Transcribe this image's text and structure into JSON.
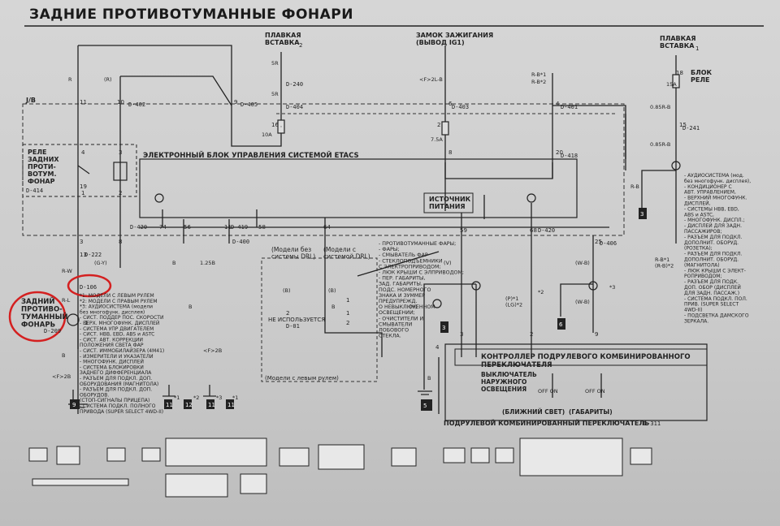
{
  "title": "ЗАДНИЕ ПРОТИВОТУМАННЫЕ ФОНАРИ",
  "fuse_block_2": "ПЛАВКАЯ\nВСТАВКА",
  "fuse_block_2_num": "2",
  "fuse_block_1": "ПЛАВКАЯ\nВСТАВКА",
  "fuse_block_1_num": "1",
  "ignition": "ЗАМОК ЗАЖИГАНИЯ\n(ВЫВОД IG1)",
  "relay_block": "БЛОК\nРЕЛЕ",
  "jb": "J/B",
  "rear_fog_relay": "РЕЛЕ\nЗАДНИХ\nПРОТИ-\nВОТУМ.\nФОНАР",
  "etacs": "ЭЛЕКТРОННЫЙ БЛОК УПРАВЛЕНИЯ СИСТЕМОЙ ETACS",
  "power_source": "ИСТОЧНИК\nПИТАНИЯ",
  "rear_fog_lamp": "ЗАДНИЙ\nПРОТИВО-\nТУМАННЫЙ\nФОНАРЬ",
  "model_no_drl": "(Модели без\nсистемы DRL)",
  "model_drl": "(Модели с\nсистемой DRL)",
  "not_used": "НЕ ИСПОЛЬЗУЕТСЯ",
  "left_hand": "(Модели с левым рулем)",
  "combo_controller": "КОНТРОЛЛЕР ПОДРУЛЕВОГО КОМБИНИРОВАННОГО\nПЕРЕКЛЮЧАТЕЛЯ",
  "lighting_switch": "ВЫКЛЮЧАТЕЛЬ\nНАРУЖНОГО\nОСВЕЩЕНИЯ",
  "low_beam": "(БЛИЖНИЙ СВЕТ)",
  "parking": "(ГАБАРИТЫ)",
  "combo_switch": "ПОДРУЛЕВОЙ КОМБИНИРОВАННЫЙ ПЕРЕКЛЮЧАТЕЛЬ",
  "off_on": "OFF ON",
  "left_notes": "*1: МОДЕЛИ С ЛЕВЫМ РУЛЕМ\n*2: МОДЕЛИ С ПРАВЫМ РУЛЕМ\n*3: АУДИОСИСТЕМА (модели\nбез многофунк. дисплея)\n- СИСТ. ПОДДЕР ПОС. СКОРОСТИ\n- ВЕРХ. МНОГОФУНК. ДИСПЛЕЙ\n- СИСТЕМА УПР ДВИГАТЕЛЕМ\n- СИСТ. НВВ, EBD, ABS и ASTC\n- СИСТ. АВТ. КОРРЕКЦИИ\nПОЛОЖЕНИЯ СВЕТА ФАР\n- СИСТ. ИММОБИЛАЙЗЕРА (4M41)\n- ИЗМЕРИТЕЛИ И УКАЗАТЕЛИ\n- МНОГОФУНК. ДИСПЛЕЙ\n- СИСТЕМА БЛОКИРОВКИ\nЗАДНЕГО ДИФФЕРЕНЦИАЛА\n- РАЗЪЕМ ДЛЯ ПОДКЛ. ДОП.\nОБОРУДОВАНИЯ (МАГНИТОЛА)\n- РАЗЪЕМ ДЛЯ ПОДКЛ. ДОП.\nОБОРУДОВ.\n(СТОП-СИГНАЛЫ ПРИЦЕПА)\n- СИСТЕМА ПОДКЛ. ПОЛНОГО\nПРИВОДА (SUPER SELECT 4WD-II)",
  "center_notes": "- ПРОТИВОТУМАННЫЕ ФАРЫ;\n- ФАРЫ;\n- СМЫВАТЕЛЬ ФАР\n- СТЕКЛОПОДЪЕМНИКИ\nС ЭЛЕКТРОПРИВОДОМ;\n- ЛЮК КРЫШИ С ЭЛПРИВОДОМ;\n- ПЕР. ГАБАРИТЫ,\nЗАД. ГАБАРИТЫ,\nПОДС. НОМЕРНОГО\nЗНАКА И ЗУММЕР\nПРЕДУПРЕЖД.\nО НЕВЫКЛЮЧЕННОМ\nОСВЕЩЕНИИ;\n- ОЧИСТИТЕЛИ И\nСМЫВАТЕЛИ\nЛОБОВОГО\nСТЕКЛА.",
  "right_notes": "- АУДИОСИСТЕМА (мод.\nбез многофунк. дисплея),\n- КОНДИЦИОНЕР С\nАВТ. УПРАВЛЕНИЕМ,\n- ВЕРХНИЙ МНОГОФУНК.\nДИСПЛЕЙ,\n- СИСТЕМЫ НВВ, EBD,\nABS и ASTC,\n- МНОГОФУНК. ДИСПЛ.;\n- ДИСПЛЕЙ ДЛЯ ЗАДН.\nПАССАЖИРОВ;\n- РАЗЪЕМ ДЛЯ ПОДКЛ.\nДОПОЛНИТ. ОБОРУД.\n(РОЗЕТКА);\n- РАЗЪЕМ ДЛЯ ПОДКЛ.\nДОПОЛНИТ. ОБОРУД.\n(МАГНИТОЛА)\n- ЛЮК КРЫШИ С ЭЛЕКТ-\nРОПРИВОДОМ;\n- РАЗЪЕМ ДЛЯ ПОДК.\nДОП. ОБОР (ДИСПЛЕЙ\nДЛЯ ЗАДН. ПАССАЖ.)\n- СИСТЕМА ПОДКЛ. ПОЛ.\nПРИВ. (SUPER SELECT\n4WD-II)\n- ПОДСВЕТКА ДАМСКОГО\nЗЕРКАЛА.",
  "conn": {
    "c240": "D-240",
    "c404": "D-404",
    "c405": "D-405",
    "c403": "D-403",
    "c401": "D-401",
    "c418": "D-418",
    "c241": "D-241",
    "c414": "D-414",
    "c420a": "D-420",
    "c419": "D-419",
    "c400": "D-400",
    "c420b": "D-420",
    "c406": "D-406",
    "c222": "D-222",
    "c106": "D-106",
    "c01": "D-01",
    "c311": "D-311",
    "c402": "D-402",
    "c209": "D-209"
  },
  "wire": {
    "r1": "R",
    "r2": "(R)",
    "5r1": "5R",
    "5r2": "5R",
    "ra": "R-B*1",
    "rb": "R-B*2",
    "085a": "0.85R-B",
    "085b": "0.85R-B",
    "rb3": "R-B",
    "rw": "R-W",
    "rl": "R-L",
    "gy": "(G-Y)",
    "b1": "B",
    "b2": "B",
    "b3": "B",
    "b4": "B",
    "b5": "B",
    "b125": "1.25B",
    "v1": "(V)",
    "v2": "(V)",
    "wb1": "(W-B)",
    "wb2": "(W-B)",
    "pl": "(P)*1\n(LG)*2",
    "br": "(B)",
    "br2": "(B)",
    "f2b": "<F>2B",
    "f2b2": "<F>2B",
    "f2lb": "<F>2L-B",
    "rbx": "R-B*1\n(R-B)*2",
    "a10": "10A",
    "a75": "7.5A",
    "a15": "15A"
  },
  "pins": [
    "11",
    "10",
    "9",
    "6",
    "4",
    "15",
    "4",
    "3",
    "1",
    "2",
    "8",
    "20",
    "74",
    "56",
    "11",
    "58",
    "64",
    "59",
    "68",
    "25",
    "3",
    "8",
    "13",
    "1",
    "2",
    "3",
    "2",
    "9",
    "4",
    "18",
    "2",
    "16",
    "19",
    "1",
    "2",
    "1"
  ],
  "gnd": [
    "9",
    "11",
    "12",
    "11",
    "11",
    "5",
    "3",
    "6",
    "3"
  ],
  "marks": [
    "*1",
    "*2",
    "*3",
    "*3",
    "*2",
    "*1"
  ]
}
